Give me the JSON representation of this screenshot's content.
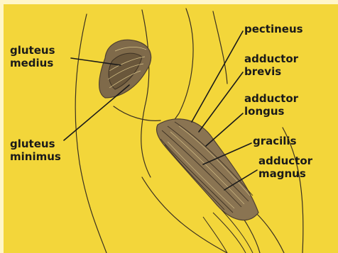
{
  "colors": {
    "background": "#f3d63a",
    "ink": "#1a1a1a",
    "muscle": "#7f6a4a",
    "muscle_dark": "#4f4030",
    "paper_edge": "#fff6c8"
  },
  "labels": {
    "gluteus_medius": [
      "gluteus",
      "medius"
    ],
    "gluteus_minimus": [
      "gluteus",
      "minimus"
    ],
    "pectineus": "pectineus",
    "adductor_brevis": [
      "adductor",
      "brevis"
    ],
    "adductor_longus": [
      "adductor",
      "longus"
    ],
    "gracilis": "gracilis",
    "adductor_magnus": [
      "adductor",
      "magnus"
    ]
  }
}
